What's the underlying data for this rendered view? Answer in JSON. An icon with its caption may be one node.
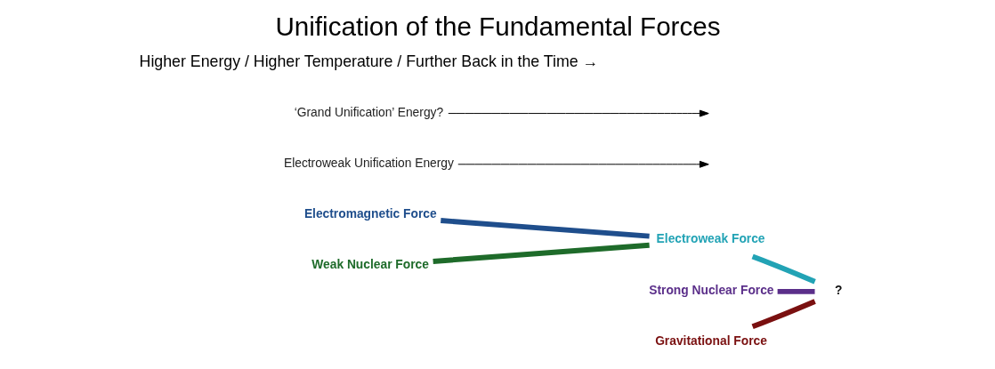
{
  "diagram": {
    "title": "Unification of the Fundamental Forces",
    "nodes": [
      {
        "text": [
          "Electromagnetic Force"
        ]
      },
      {
        "text": [
          "Weak Nuclear Force"
        ]
      },
      {
        "text": [
          "Electroweak Force"
        ]
      },
      {
        "text": [
          "Strong Nuclear Force"
        ]
      },
      {
        "text": [
          "Gravitational Force"
        ]
      },
      {
        "text": [
          "?"
        ]
      },
      {
        "text": [
          "Electroweak Unification Energy"
        ]
      },
      {
        "text": [
          "‘Grand Unification’ Energy?"
        ]
      }
    ],
    "edges": [
      {
        "from": 0,
        "to": 2,
        "arrow": "none",
        "color": "#1f4e8c"
      },
      {
        "from": 1,
        "to": 2,
        "arrow": "none",
        "color": "#1e6b2a"
      },
      {
        "from": 2,
        "to": 5,
        "arrow": "none",
        "color": "#22a3b5"
      },
      {
        "from": 3,
        "to": 5,
        "arrow": "none",
        "color": "#5b2f8a"
      },
      {
        "from": 4,
        "to": 5,
        "arrow": "none",
        "color": "#7a1010"
      },
      {
        "from": 6,
        "to": null,
        "arrow": "to"
      },
      {
        "from": 7,
        "to": null,
        "arrow": "to"
      }
    ],
    "labels": [
      "Higher Energy / Higher Temperature / Further Back in the Time →"
    ]
  }
}
